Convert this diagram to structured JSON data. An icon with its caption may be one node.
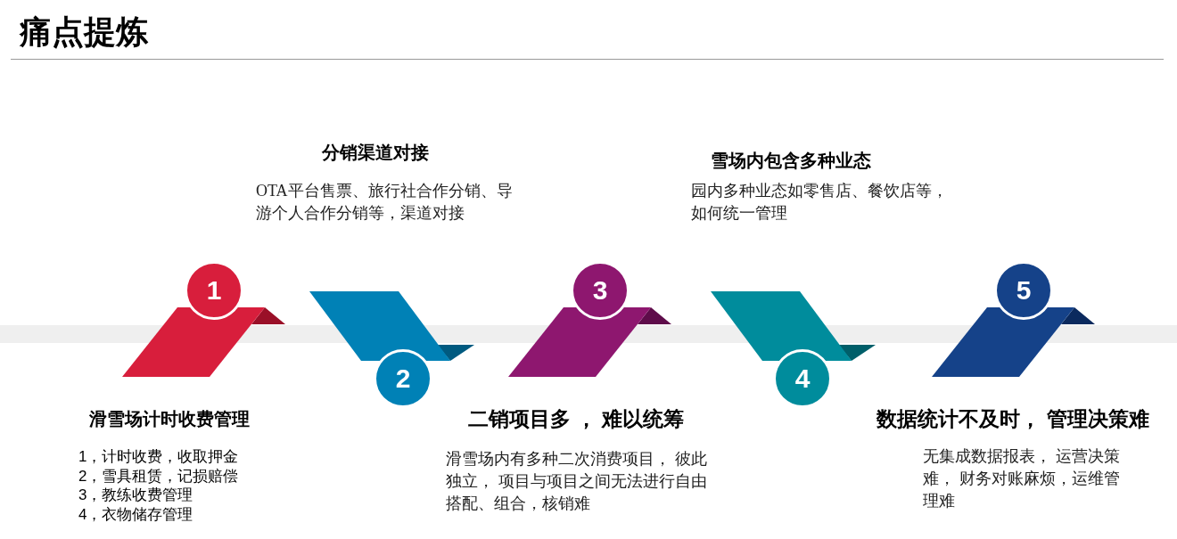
{
  "diagram": {
    "title": "痛点提炼",
    "nodes": [
      {
        "text": [
          "1"
        ],
        "beside": [
          "滑雪场计时收费管理",
          "1，计时收费，收取押金",
          "2，雪具租赁，记损赔偿",
          "3，教练收费管理",
          "4，衣物储存管理"
        ]
      },
      {
        "text": [
          "2"
        ],
        "beside": [
          "分销渠道对接",
          "OTA平台售票、旅行社合作分销、导游个人合作分销等，渠道对接"
        ]
      },
      {
        "text": [
          "3"
        ],
        "beside": [
          "二销项目多 ， 难以统筹",
          "滑雪场内有多种二次消费项目， 彼此独立， 项目与项目之间无法进行自由搭配、组合，核销难"
        ]
      },
      {
        "text": [
          "4"
        ],
        "beside": [
          "雪场内包含多种业态",
          "园内多种业态如零售店、餐饮店等，如何统一管理"
        ]
      },
      {
        "text": [
          "5"
        ],
        "beside": [
          "数据统计不及时， 管理决策难",
          "无集成数据报表， 运营决策难， 财务对账麻烦，运维管理难"
        ]
      },
      {
        "text": [],
        "shape": "bar"
      }
    ]
  }
}
